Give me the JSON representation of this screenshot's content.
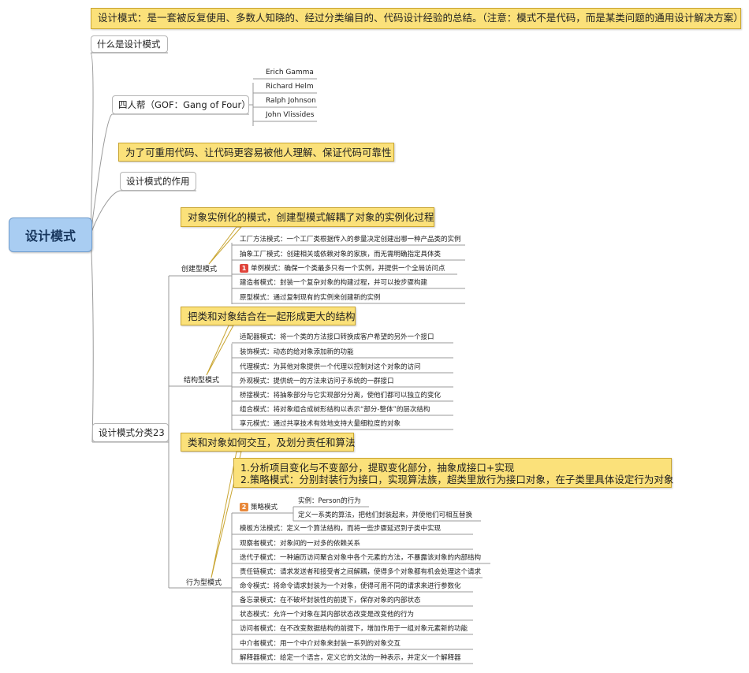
{
  "root": {
    "label": "设计模式"
  },
  "what": {
    "label": "什么是设计模式",
    "note": "设计模式：是一套被反复使用、多数人知晓的、经过分类编目的、代码设计经验的总结。（注意：模式不是代码，而是某类问题的通用设计解决方案）"
  },
  "gof": {
    "label": "四人帮（GOF：Gang of Four）",
    "members": [
      "Erich Gamma",
      "Richard Helm",
      "Ralph Johnson",
      "John Vlissides"
    ]
  },
  "purpose": {
    "label": "设计模式的作用",
    "note": "为了可重用代码、让代码更容易被他人理解、保证代码可靠性"
  },
  "classification": {
    "label": "设计模式分类23",
    "creational": {
      "label": "创建型模式",
      "note": "对象实例化的模式，创建型模式解耦了对象的实例化过程",
      "items": [
        {
          "text": "工厂方法模式：一个工厂类根据传入的参量决定创建出哪一种产品类的实例",
          "badge": ""
        },
        {
          "text": "抽象工厂模式：创建相关或依赖对象的家族，而无需明确指定具体类",
          "badge": ""
        },
        {
          "text": "单例模式：确保一个类最多只有一个实例，并提供一个全局访问点",
          "badge": "1"
        },
        {
          "text": "建造者模式：封装一个复杂对象的构建过程，并可以按步骤构建",
          "badge": ""
        },
        {
          "text": "原型模式：通过复制现有的实例来创建新的实例",
          "badge": ""
        }
      ]
    },
    "structural": {
      "label": "结构型模式",
      "note": "把类和对象结合在一起形成更大的结构",
      "items": [
        "适配器模式：将一个类的方法接口转换成客户希望的另外一个接口",
        "装饰模式：动态的给对象添加新的功能",
        "代理模式：为其他对象提供一个代理以控制对这个对象的访问",
        "外观模式：提供统一的方法来访问子系统的一群接口",
        "桥接模式：将抽象部分与它实现部分分离，使他们都可以独立的变化",
        "组合模式：将对象组合成树形结构以表示“部分-整体”的层次结构",
        "享元模式：通过共享技术有效地支持大量细粒度的对象"
      ]
    },
    "behavioral": {
      "label": "行为型模式",
      "note": "类和对象如何交互，及划分责任和算法",
      "strategy": {
        "badge": "2",
        "label": "策略模式",
        "note_line1": "1.分析项目变化与不变部分，提取变化部分，抽象成接口+实现",
        "note_line2": "2.策略模式：分别封装行为接口，实现算法族，超类里放行为接口对象，在子类里具体设定行为对象",
        "children": [
          "实例：Person的行为",
          "定义一系类的算法，把他们封装起来，并使他们可相互替换"
        ]
      },
      "items": [
        "模板方法模式：定义一个算法结构，而将一些步骤延迟到子类中实现",
        "观察者模式：对象间的一对多的依赖关系",
        "迭代子模式：一种遍历访问聚合对象中各个元素的方法，不暴露该对象的内部结构",
        "责任链模式：请求发送者和接受者之间解耦，使得多个对象都有机会处理这个请求",
        "命令模式：将命令请求封装为一个对象，使得可用不同的请求来进行参数化",
        "备忘录模式：在不破坏封装性的前提下，保存对象的内部状态",
        "状态模式：允许一个对象在其内部状态改变是改变他的行为",
        "访问者模式：在不改变数据结构的前提下，增加作用于一组对象元素新的功能",
        "中介者模式：用一个中介对象来封装一系列的对象交互",
        "解释器模式：给定一个语言，定义它的文法的一种表示，并定义一个解释器"
      ]
    }
  }
}
